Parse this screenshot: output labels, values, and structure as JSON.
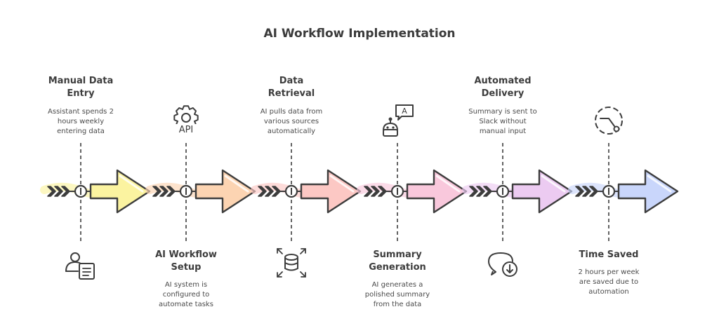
{
  "title": "AI Workflow Implementation",
  "steps": [
    {
      "heading": "Manual Data\nEntry",
      "desc": "Assistant spends 2\nhours weekly\nentering data",
      "icon": "person-document-icon",
      "color": "#fbf3a0",
      "position": "top"
    },
    {
      "heading": "AI Workflow\nSetup",
      "desc": "AI system is\nconfigured to\nautomate tasks",
      "icon": "gear-api-icon",
      "color": "#fcd4b2",
      "position": "bottom"
    },
    {
      "heading": "Data\nRetrieval",
      "desc": "AI pulls data from\nvarious sources\nautomatically",
      "icon": "database-icon",
      "color": "#fcc8c4",
      "position": "top"
    },
    {
      "heading": "Summary\nGeneration",
      "desc": "AI generates a\npolished summary\nfrom the data",
      "icon": "robot-chat-icon",
      "color": "#f9c8dc",
      "position": "bottom"
    },
    {
      "heading": "Automated\nDelivery",
      "desc": "Summary is sent to\nSlack without\nmanual input",
      "icon": "chat-download-icon",
      "color": "#eccbf1",
      "position": "top"
    },
    {
      "heading": "Time Saved",
      "desc": "2 hours per week\nare saved due to\nautomation",
      "icon": "clock-icon",
      "color": "#c9d6fb",
      "position": "bottom"
    }
  ],
  "icon_label_api": "API",
  "icon_label_chat": "A"
}
